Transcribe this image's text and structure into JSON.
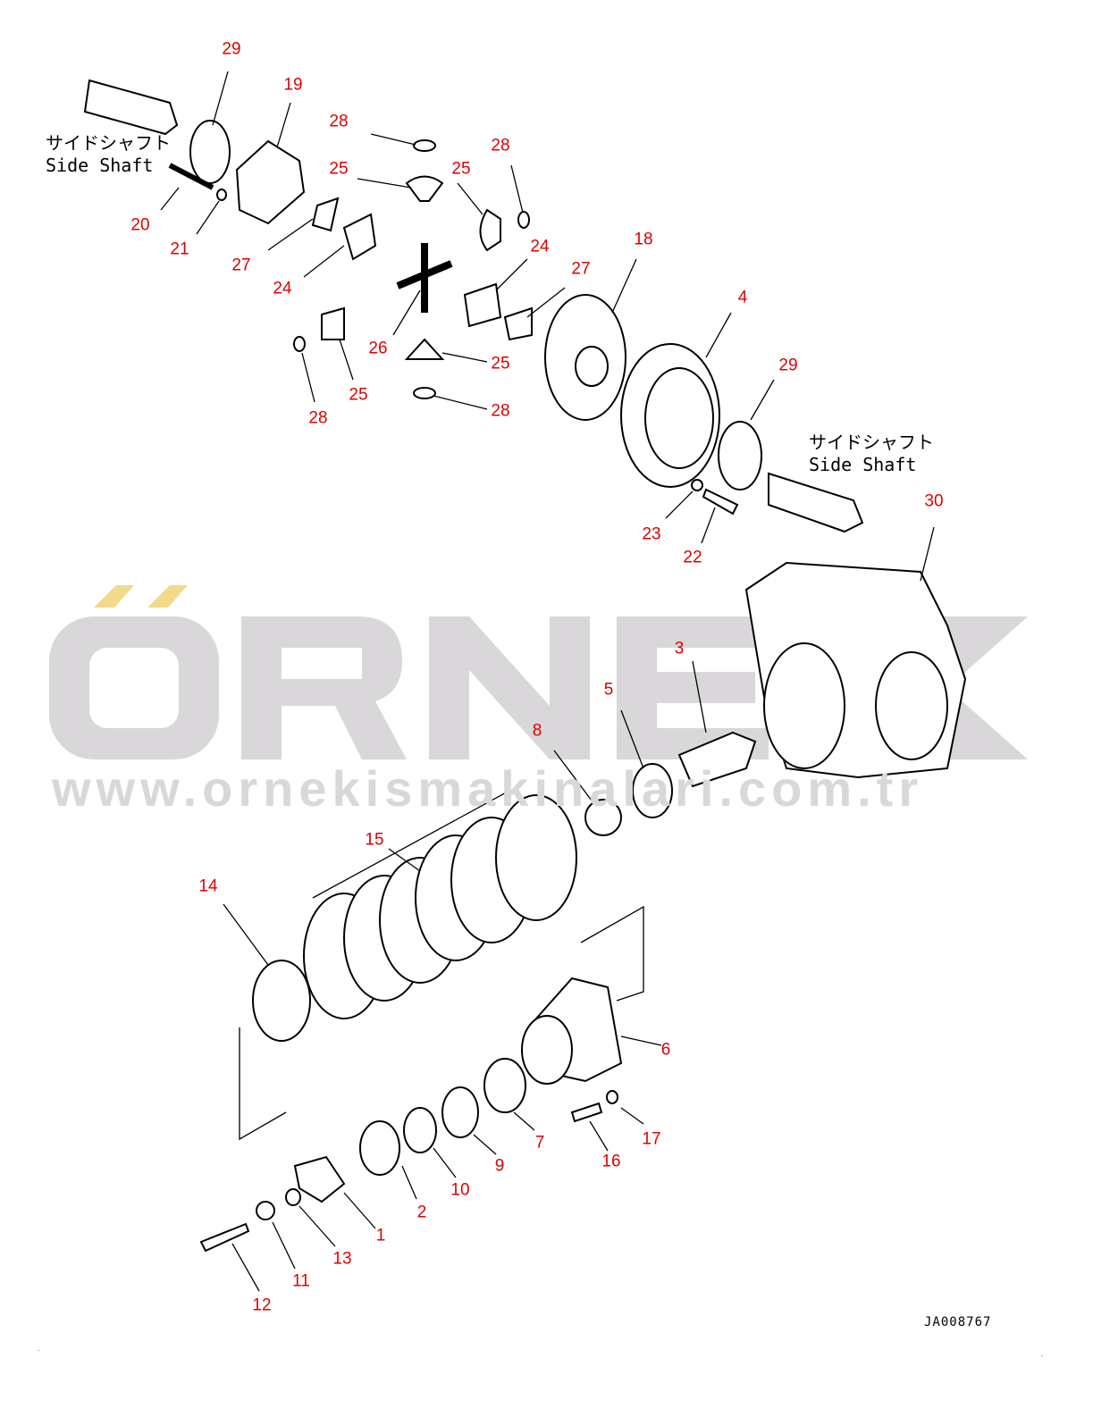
{
  "watermark": {
    "brand": "ÖRNEK",
    "url": "www.ornekismakinalari.com.tr"
  },
  "side_shaft_labels": [
    {
      "jp": "サイドシャフト",
      "en": "Side Shaft"
    },
    {
      "jp": "サイドシャフト",
      "en": "Side Shaft"
    }
  ],
  "callouts": [
    "29",
    "19",
    "28",
    "28",
    "25",
    "25",
    "20",
    "21",
    "27",
    "24",
    "24",
    "18",
    "27",
    "4",
    "26",
    "25",
    "25",
    "29",
    "28",
    "28",
    "23",
    "22",
    "30",
    "3",
    "5",
    "8",
    "15",
    "14",
    "6",
    "7",
    "17",
    "16",
    "9",
    "10",
    "2",
    "1",
    "13",
    "11",
    "12"
  ],
  "drawing_code": "JA008767",
  "colors": {
    "callout": "#e00000",
    "watermark": "#d9d7d9"
  }
}
